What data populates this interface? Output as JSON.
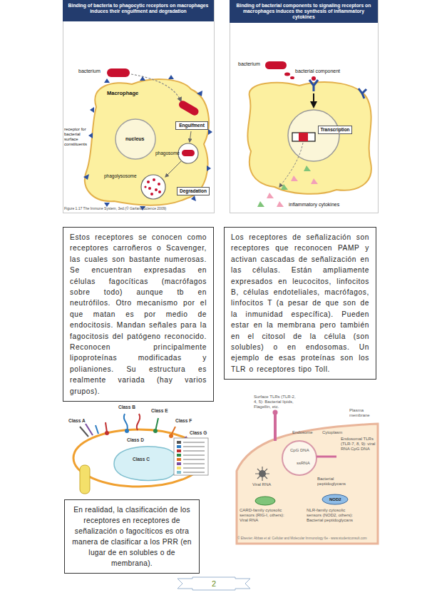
{
  "diagram": {
    "nodes": [
      {
        "text": [
          "Binding of bacteria to phagocytic receptors on macrophages induces their engulfment and degradation"
        ]
      },
      {
        "text": [
          "Engulfment"
        ]
      },
      {
        "text": [
          "Degradation"
        ]
      },
      {
        "text": [
          "Binding of bacterial components to signaling receptors on macrophages induces the synthesis of inflammatory cytokines"
        ]
      },
      {
        "text": [
          "Transcription"
        ]
      },
      {
        "text": [
          "Estos receptores se conocen como receptores carroñeros o Scavenger, las cuales son bastante numerosas. Se encuentran expresadas en células fagocíticas (macrófagos sobre todo) aunque tb en neutrófilos. Otro mecanismo por el que matan es por medio de endocitosis. Mandan señales para la fagocitosis del patógeno reconocido. Reconocen principalmente lipoproteínas modificadas y polianiones. Su estructura es realmente variada (hay varios grupos)."
        ]
      },
      {
        "text": [
          "Los receptores de señalización son receptores que reconocen PAMP y activan cascadas de señalización en las células. Están ampliamente expresados en leucocitos, linfocitos B, células endoteliales, macrófagos, linfocitos T (a pesar de que son de la inmunidad específica). Pueden estar en la membrana pero también en el citosol de la célula (son solubles) o en endosomas. Un ejemplo de esas proteínas son los TLR o receptores tipo Toll."
        ]
      },
      {
        "text": [
          "En realidad, la clasificación de los receptores en receptores de señalización o fagocíticos es otra manera de clasificar a los PRR (en lugar de en solubles o de membrana)."
        ]
      },
      {
        "text": [
          "2"
        ]
      }
    ],
    "labels": [
      "bacterium",
      "receptor for bacterial surface constituents",
      "Macrophage",
      "nucleus",
      "phagosome",
      "phagolysosome",
      "Figure 1.17 The Immune System, 3ed.(© Garland Science 2009)",
      "bacterium",
      "bacterial component",
      "inflammatory cytokines",
      "Class A",
      "Class B",
      "Class E",
      "Class F",
      "Class G",
      "Class D",
      "Class C",
      "Surface TLRs (TLR-2, 4, 5): Bacterial lipids, Flagellin, etc.",
      "Endosome",
      "Cytoplasm",
      "Plasma membrane",
      "CpG DNA",
      "ssRNA",
      "Endosomal TLRs (TLR-7, 8, 9): viral RNA CpG DNA",
      "Viral RNA",
      "Bacterial peptidoglycans",
      "NOD2",
      "CARD-family cytosolic sensors (RIG-I, others): Viral RNA",
      "NLR-family cytosolic sensors (NOD2, others): Bacterial peptidoglycans",
      "© Elsevier. Abbas et al: Cellular and Molecular Immunology 6e - www.studentconsult.com"
    ]
  }
}
